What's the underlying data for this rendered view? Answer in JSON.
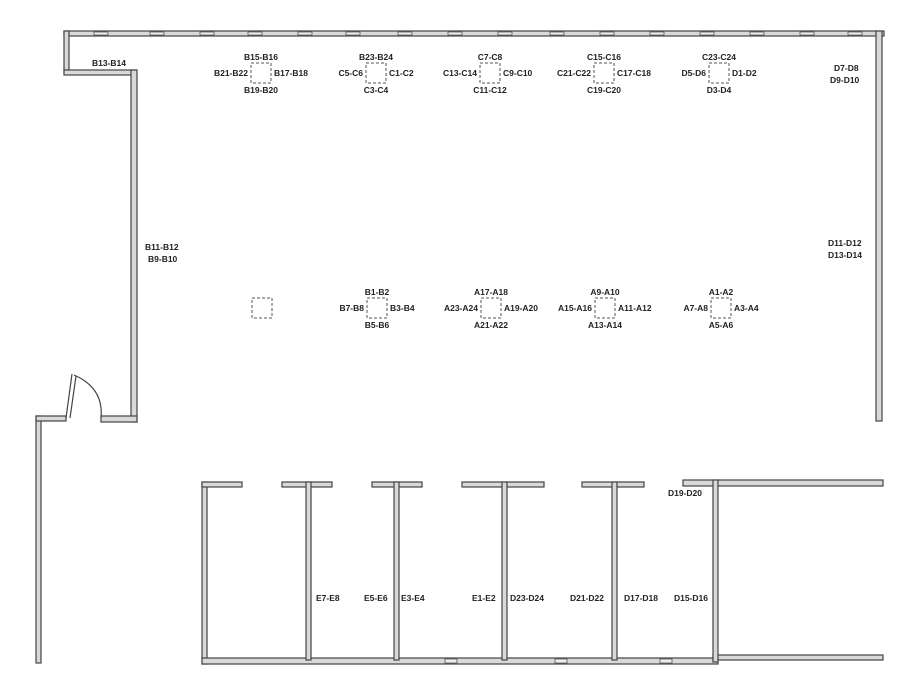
{
  "columns": [
    {
      "id": "col-b15",
      "top": "B15-B16",
      "left": "B21-B22",
      "right": "B17-B18",
      "bottom": "B19-B20"
    },
    {
      "id": "col-b23",
      "top": "B23-B24",
      "left": "C5-C6",
      "right": "C1-C2",
      "bottom": "C3-C4"
    },
    {
      "id": "col-c7",
      "top": "C7-C8",
      "left": "C13-C14",
      "right": "C9-C10",
      "bottom": "C11-C12"
    },
    {
      "id": "col-c15",
      "top": "C15-C16",
      "left": "C21-C22",
      "right": "C17-C18",
      "bottom": "C19-C20"
    },
    {
      "id": "col-c23",
      "top": "C23-C24",
      "left": "D5-D6",
      "right": "D1-D2",
      "bottom": "D3-D4"
    },
    {
      "id": "col-plain",
      "top": "",
      "left": "",
      "right": "",
      "bottom": ""
    },
    {
      "id": "col-b1",
      "top": "B1-B2",
      "left": "B7-B8",
      "right": "B3-B4",
      "bottom": "B5-B6"
    },
    {
      "id": "col-a17",
      "top": "A17-A18",
      "left": "A23-A24",
      "right": "A19-A20",
      "bottom": "A21-A22"
    },
    {
      "id": "col-a9",
      "top": "A9-A10",
      "left": "A15-A16",
      "right": "A11-A12",
      "bottom": "A13-A14"
    },
    {
      "id": "col-a1",
      "top": "A1-A2",
      "left": "A7-A8",
      "right": "A3-A4",
      "bottom": "A5-A6"
    }
  ],
  "wall_labels": {
    "b13": "B13-B14",
    "b11": "B11-B12",
    "b9": "B9-B10",
    "d7": "D7-D8",
    "d9": "D9-D10",
    "d11": "D11-D12",
    "d13": "D13-D14",
    "d19": "D19-D20"
  },
  "bay_labels": {
    "e7": "E7-E8",
    "e5": "E5-E6",
    "e3": "E3-E4",
    "e1": "E1-E2",
    "d23": "D23-D24",
    "d21": "D21-D22",
    "d17": "D17-D18",
    "d15": "D15-D16"
  }
}
